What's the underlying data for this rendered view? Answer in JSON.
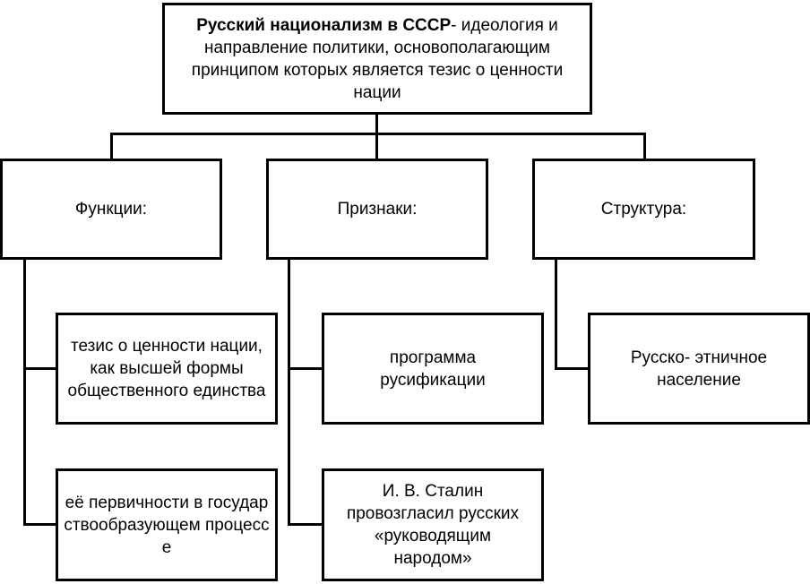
{
  "root": {
    "title_bold": "Русский национализм в СССР",
    "title_rest": "- идеология и направление политики, основополагающим принципом которых является тезис о ценности нации"
  },
  "categories": [
    {
      "label": "Функции:",
      "children": [
        "тезис о ценности нации, как высшей формы общественного единства",
        "её первичности в государствообразующем процессе"
      ]
    },
    {
      "label": "Признаки:",
      "children": [
        "программа русификации",
        "И. В. Сталин провозгласил русских «руководящим народом»"
      ]
    },
    {
      "label": "Структура:",
      "children": [
        "Русско- этничное население"
      ]
    }
  ]
}
